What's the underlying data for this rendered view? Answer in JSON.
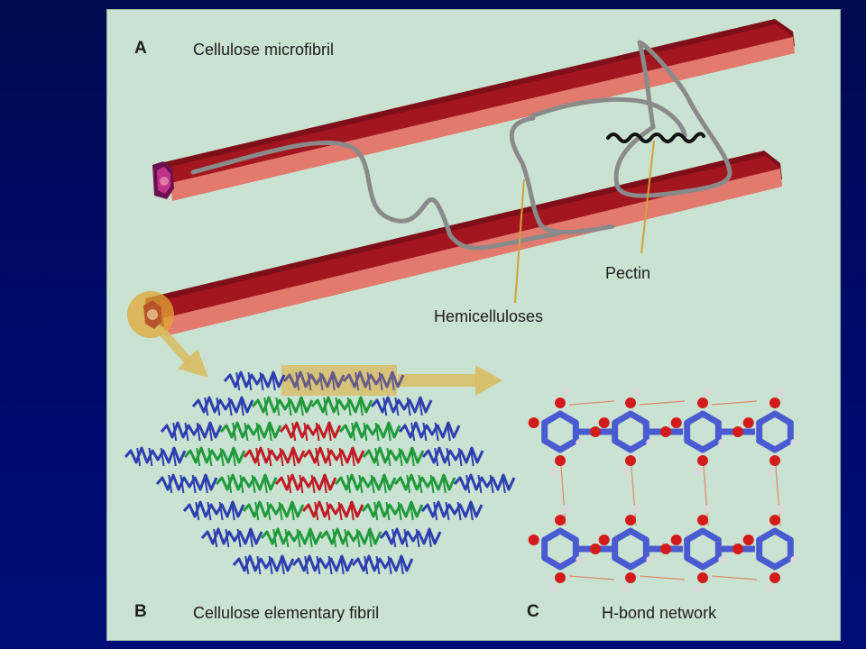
{
  "panels": {
    "a": {
      "letter": "A",
      "title": "Cellulose microfibril"
    },
    "b": {
      "letter": "B",
      "title": "Cellulose elementary fibril"
    },
    "c": {
      "letter": "C",
      "title": "H-bond network"
    }
  },
  "callouts": {
    "hemicelluloses": "Hemicelluloses",
    "pectin": "Pectin"
  },
  "colors": {
    "slide_background": "#010a66",
    "figure_background": "#c9e2d2",
    "microfibril_top": "#9b1420",
    "microfibril_side": "#e0766c",
    "hemicellulose_strand": "#8a8a8a",
    "pectin_strand": "#111111",
    "leader_line": "#d4a23a",
    "highlight_arrow": "#d8bd63",
    "chain_blue": "#2f3db0",
    "chain_green": "#1f9a3a",
    "chain_red": "#c01b25",
    "chain_purple": "#6a5a8a",
    "molecule_carbon": "#4a5ad0",
    "molecule_oxygen": "#d41b1b",
    "molecule_hydrogen": "#d8d8d8",
    "hbond": "#e08a6a"
  }
}
